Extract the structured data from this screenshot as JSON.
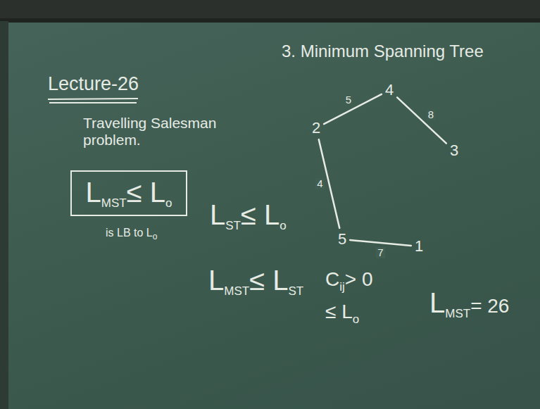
{
  "diagram": {
    "title": "Lecture-26",
    "nodes": [
      {
        "text": [
          "L",
          "MST",
          "≤ L",
          "o"
        ]
      },
      {
        "text": [
          "4"
        ]
      },
      {
        "text": [
          "2"
        ]
      },
      {
        "text": [
          "3"
        ]
      },
      {
        "text": [
          "5"
        ]
      },
      {
        "text": [
          "1"
        ]
      }
    ],
    "edges": [
      {
        "from": 2,
        "to": 1,
        "arrow": "none",
        "label": "5"
      },
      {
        "from": 1,
        "to": 3,
        "arrow": "none",
        "label": "8"
      },
      {
        "from": 2,
        "to": 4,
        "arrow": "none",
        "label": "4"
      },
      {
        "from": 4,
        "to": 5,
        "arrow": "none",
        "label": "7"
      }
    ],
    "labels": [
      "3. Minimum Spanning Tree",
      "Travelling Salesman problem.",
      "is LB to L",
      "o",
      "L",
      "ST",
      "≤ L",
      "o",
      "L",
      "MST",
      "≤ L",
      "ST",
      "C",
      "ij",
      "> 0",
      "≤ L",
      "o",
      "L",
      "MST",
      "= 26"
    ]
  }
}
